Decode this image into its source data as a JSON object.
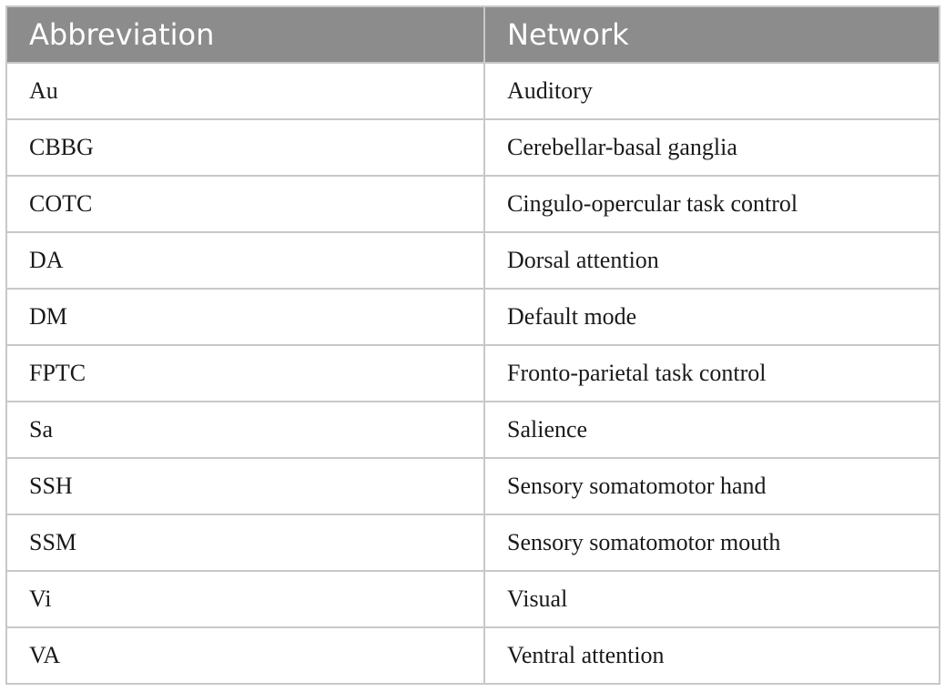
{
  "table": {
    "headers": [
      "Abbreviation",
      "Network"
    ],
    "rows": [
      [
        "Au",
        "Auditory"
      ],
      [
        "CBBG",
        "Cerebellar-basal ganglia"
      ],
      [
        "COTC",
        "Cingulo-opercular task control"
      ],
      [
        "DA",
        "Dorsal attention"
      ],
      [
        "DM",
        "Default mode"
      ],
      [
        "FPTC",
        "Fronto-parietal task control"
      ],
      [
        "Sa",
        "Salience"
      ],
      [
        "SSH",
        "Sensory somatomotor hand"
      ],
      [
        "SSM",
        "Sensory somatomotor mouth"
      ],
      [
        "Vi",
        "Visual"
      ],
      [
        "VA",
        "Ventral attention"
      ]
    ]
  },
  "colors": {
    "header_bg": "#8c8c8c",
    "header_text": "#ffffff",
    "border": "#c8c8c8",
    "body_text": "#1a1a1a"
  }
}
